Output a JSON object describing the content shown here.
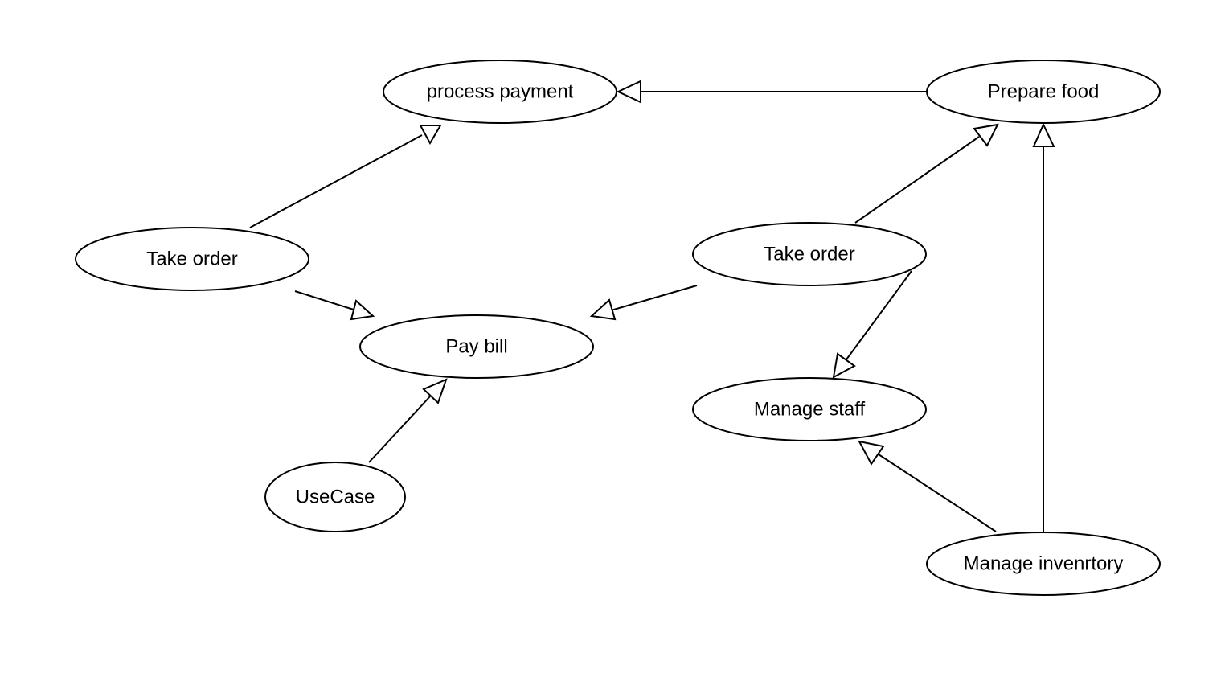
{
  "diagram": {
    "use_cases": [
      {
        "id": "process_payment",
        "label": "process payment"
      },
      {
        "id": "prepare_food",
        "label": "Prepare food"
      },
      {
        "id": "take_order_left",
        "label": "Take order"
      },
      {
        "id": "take_order_right",
        "label": "Take order"
      },
      {
        "id": "pay_bill",
        "label": "Pay bill"
      },
      {
        "id": "manage_staff",
        "label": "Manage staff"
      },
      {
        "id": "usecase",
        "label": "UseCase"
      },
      {
        "id": "manage_inventory",
        "label": "Manage invenrtory"
      }
    ],
    "relationships": [
      {
        "from": "prepare_food",
        "to": "process_payment",
        "type": "generalization"
      },
      {
        "from": "take_order_left",
        "to": "process_payment",
        "type": "generalization"
      },
      {
        "from": "take_order_left",
        "to": "pay_bill",
        "type": "generalization"
      },
      {
        "from": "take_order_right",
        "to": "prepare_food",
        "type": "generalization"
      },
      {
        "from": "take_order_right",
        "to": "pay_bill",
        "type": "generalization"
      },
      {
        "from": "take_order_right",
        "to": "manage_staff",
        "type": "generalization"
      },
      {
        "from": "usecase",
        "to": "pay_bill",
        "type": "generalization"
      },
      {
        "from": "manage_inventory",
        "to": "manage_staff",
        "type": "generalization"
      },
      {
        "from": "manage_inventory",
        "to": "prepare_food",
        "type": "generalization"
      }
    ]
  }
}
